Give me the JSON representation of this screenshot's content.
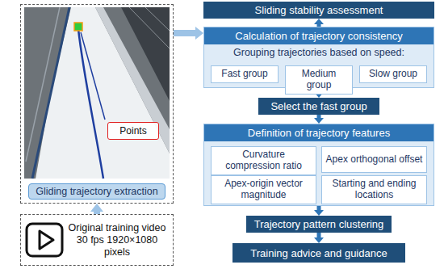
{
  "diagram": {
    "nodes": [
      {
        "text": [
          "Gliding trajectory extraction"
        ]
      },
      {
        "text": [
          "Points"
        ],
        "in": 0
      },
      {
        "text": [
          "Original training video 30 fps 1920×1080 pixels"
        ]
      },
      {
        "text": [
          "Sliding stability assessment"
        ]
      },
      {
        "text": [
          "Calculation of trajectory consistency",
          "Grouping trajectories based on speed:"
        ]
      },
      {
        "text": [
          "Fast group"
        ],
        "in": 4
      },
      {
        "text": [
          "Medium group"
        ],
        "in": 4
      },
      {
        "text": [
          "Slow group"
        ],
        "in": 4
      },
      {
        "text": [
          "Select the fast group"
        ]
      },
      {
        "text": [
          "Definition of trajectory features"
        ]
      },
      {
        "text": [
          "Curvature compression ratio"
        ],
        "in": 9
      },
      {
        "text": [
          "Apex orthogonal offset"
        ],
        "in": 9
      },
      {
        "text": [
          "Apex-origin vector magnitude"
        ],
        "in": 9
      },
      {
        "text": [
          "Starting and ending locations"
        ],
        "in": 9
      },
      {
        "text": [
          "Trajectory pattern clustering"
        ]
      },
      {
        "text": [
          "Training advice and guidance"
        ]
      }
    ],
    "edges": [
      {
        "from": 2,
        "to": 0,
        "arrow": "to"
      },
      {
        "from": 0,
        "to": 4,
        "arrow": "to"
      },
      {
        "from": 4,
        "to": 3,
        "arrow": "to"
      },
      {
        "from": 4,
        "to": 8,
        "arrow": "to"
      },
      {
        "from": 8,
        "to": 9,
        "arrow": "to"
      },
      {
        "from": 9,
        "to": 14,
        "arrow": "to"
      },
      {
        "from": 14,
        "to": 15,
        "arrow": "to"
      }
    ]
  }
}
